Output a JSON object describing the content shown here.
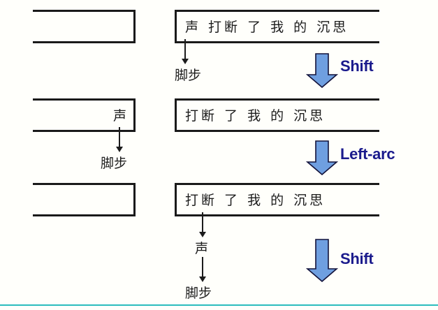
{
  "slide": {
    "kind": "shift-reduce-parse-trace",
    "accent_color": "#1a1a8c",
    "arrow_color": "#6f9fe0",
    "rule_color": "#2bbdbd",
    "ink_color": "#1c1c1c"
  },
  "steps": [
    {
      "id": "step-1",
      "stack": {
        "text": "",
        "node": "",
        "child": ""
      },
      "buffer": {
        "text": "声  打断 了 我 的 沉思",
        "head_word": "声",
        "child_word": "脚步"
      },
      "transition": "Shift"
    },
    {
      "id": "step-2",
      "stack": {
        "text": "声",
        "node": "声",
        "child": "脚步"
      },
      "buffer": {
        "text": "打断 了 我 的 沉思",
        "head_word": "",
        "child_word": ""
      },
      "transition": "Left-arc"
    },
    {
      "id": "step-3",
      "stack": {
        "text": "",
        "node": "",
        "child": ""
      },
      "buffer": {
        "text": "打断 了 我 的 沉思",
        "head_word": "声",
        "child_word": "脚步"
      },
      "transition": "Shift"
    }
  ]
}
